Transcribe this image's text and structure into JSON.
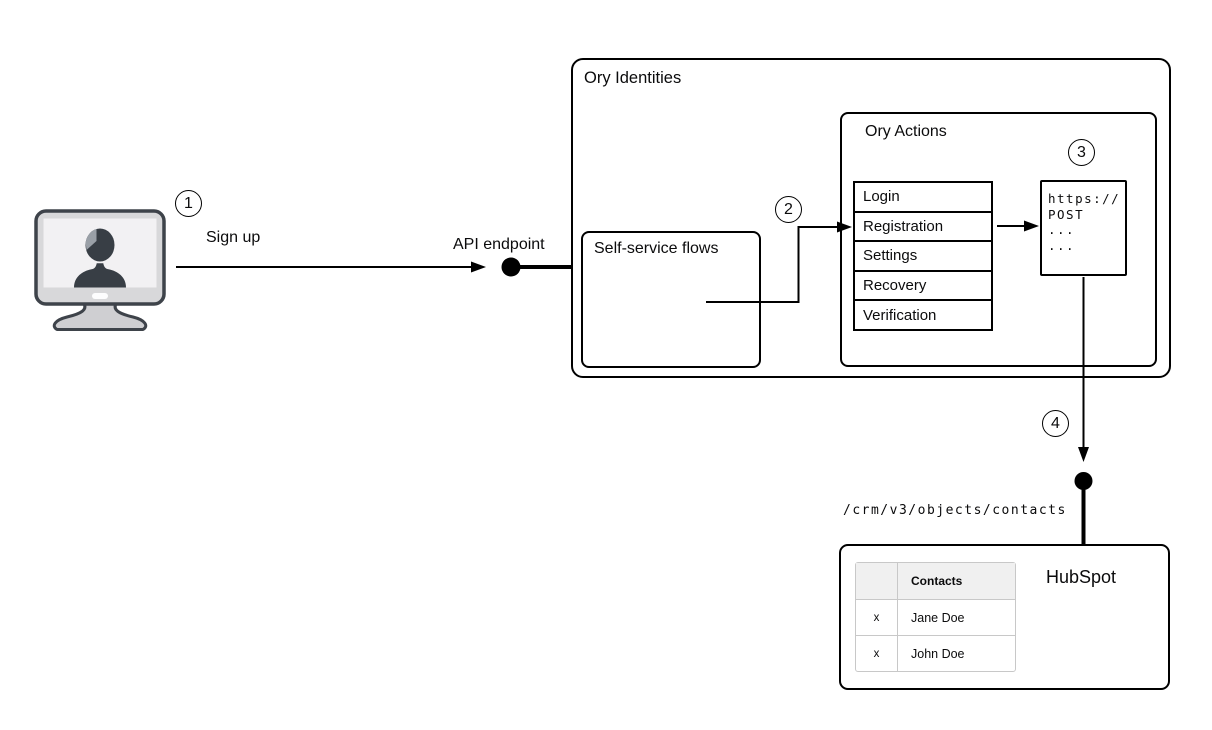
{
  "badges": {
    "step1": "1",
    "step2": "2",
    "step3": "3",
    "step4": "4"
  },
  "left_flow": {
    "sign_up": "Sign up",
    "api_endpoint": "API endpoint"
  },
  "ory": {
    "title": "Ory Identities",
    "self_service_title": "Self-service flows",
    "actions_title": "Ory Actions",
    "flows": [
      "Login",
      "Registration",
      "Settings",
      "Recovery",
      "Verification"
    ],
    "webhook_lines": [
      "https://",
      "POST",
      "...",
      "..."
    ]
  },
  "hubspot": {
    "name": "HubSpot",
    "api_path": "/crm/v3/objects/contacts",
    "contacts_header": "Contacts",
    "rows": [
      {
        "action": "x",
        "name": "Jane Doe"
      },
      {
        "action": "x",
        "name": "John Doe"
      }
    ]
  },
  "colors": {
    "line": "#000000",
    "text": "#0b0b0c",
    "table_header_bg": "#f0f0f0",
    "table_border": "#c8c8c8",
    "icon_dark": "#3e434a",
    "icon_body": "#d8d8da",
    "icon_screen": "#f2f1f3",
    "icon_silhouette": "#383e45",
    "icon_highlight": "#9aa0a7"
  }
}
